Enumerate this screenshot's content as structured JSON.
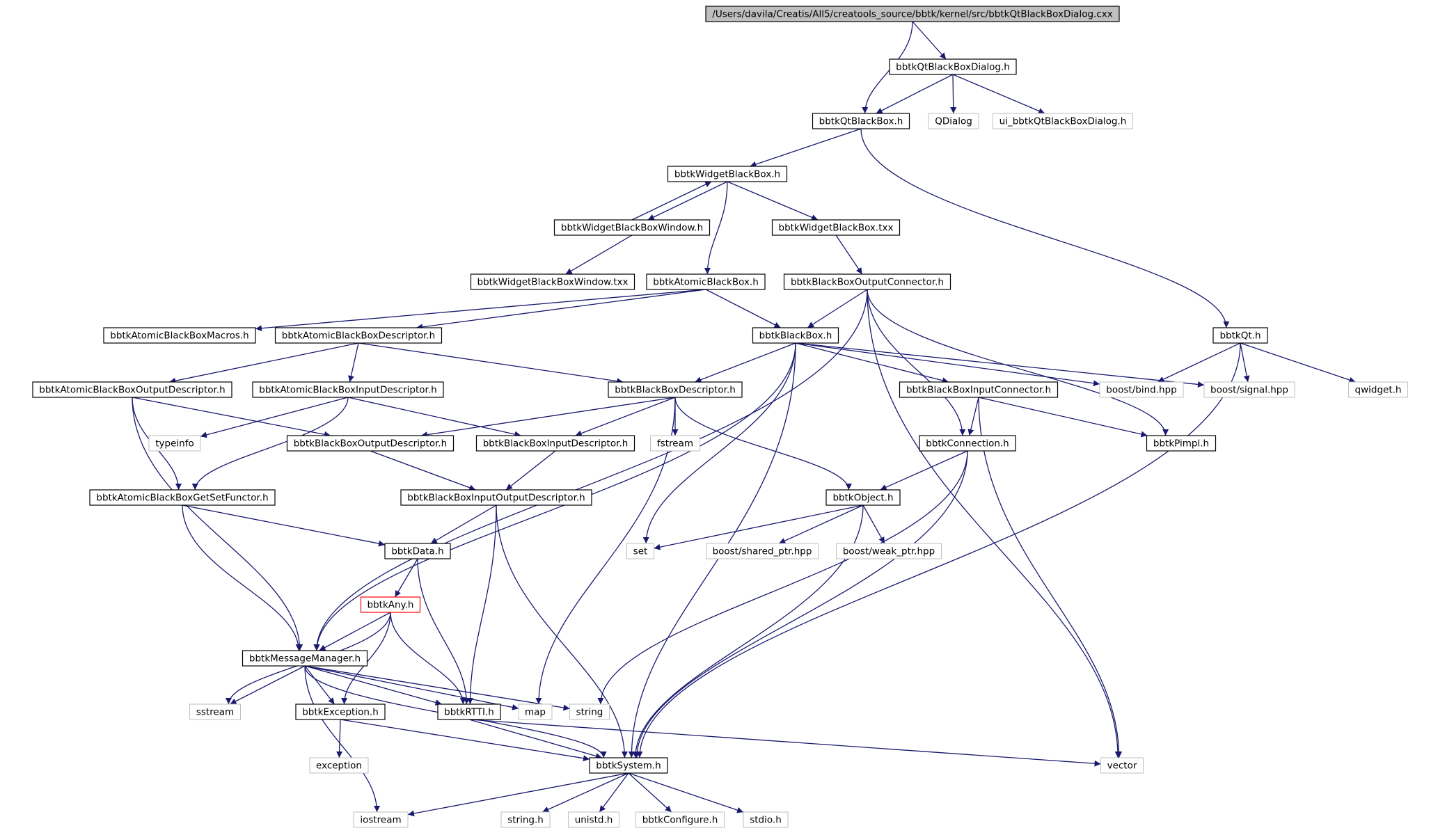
{
  "diagram": {
    "type": "include-dependency-graph",
    "colors": {
      "edge": "#191970",
      "box_border": "#000000",
      "external_border": "#bfbfbf",
      "root_fill": "#bfbfbf",
      "highlight_border": "#ff0000"
    },
    "nodes": [
      {
        "id": "root",
        "label": "/Users/davila/Creatis/All5/creatools_source/bbtk/kernel/src/bbtkQtBlackBoxDialog.cxx",
        "kind": "root"
      },
      {
        "id": "qtbbdialog_h",
        "label": "bbtkQtBlackBoxDialog.h",
        "kind": "file"
      },
      {
        "id": "qtbb_h",
        "label": "bbtkQtBlackBox.h",
        "kind": "file"
      },
      {
        "id": "qdialog",
        "label": "QDialog",
        "kind": "external"
      },
      {
        "id": "ui_dialog",
        "label": "ui_bbtkQtBlackBoxDialog.h",
        "kind": "external"
      },
      {
        "id": "wbb_h",
        "label": "bbtkWidgetBlackBox.h",
        "kind": "file"
      },
      {
        "id": "wbbwin_h",
        "label": "bbtkWidgetBlackBoxWindow.h",
        "kind": "file"
      },
      {
        "id": "wbb_txx",
        "label": "bbtkWidgetBlackBox.txx",
        "kind": "file"
      },
      {
        "id": "wbbwin_txx",
        "label": "bbtkWidgetBlackBoxWindow.txx",
        "kind": "file"
      },
      {
        "id": "abb_h",
        "label": "bbtkAtomicBlackBox.h",
        "kind": "file"
      },
      {
        "id": "bboc_h",
        "label": "bbtkBlackBoxOutputConnector.h",
        "kind": "file"
      },
      {
        "id": "abbmacros_h",
        "label": "bbtkAtomicBlackBoxMacros.h",
        "kind": "file"
      },
      {
        "id": "abbdesc_h",
        "label": "bbtkAtomicBlackBoxDescriptor.h",
        "kind": "file"
      },
      {
        "id": "bb_h",
        "label": "bbtkBlackBox.h",
        "kind": "file"
      },
      {
        "id": "qt_h",
        "label": "bbtkQt.h",
        "kind": "file"
      },
      {
        "id": "abbod_h",
        "label": "bbtkAtomicBlackBoxOutputDescriptor.h",
        "kind": "file"
      },
      {
        "id": "abbid_h",
        "label": "bbtkAtomicBlackBoxInputDescriptor.h",
        "kind": "file"
      },
      {
        "id": "bbdesc_h",
        "label": "bbtkBlackBoxDescriptor.h",
        "kind": "file"
      },
      {
        "id": "bbic_h",
        "label": "bbtkBlackBoxInputConnector.h",
        "kind": "file"
      },
      {
        "id": "boost_bind",
        "label": "boost/bind.hpp",
        "kind": "external"
      },
      {
        "id": "boost_signal",
        "label": "boost/signal.hpp",
        "kind": "external"
      },
      {
        "id": "qwidget",
        "label": "qwidget.h",
        "kind": "external"
      },
      {
        "id": "typeinfo",
        "label": "typeinfo",
        "kind": "external"
      },
      {
        "id": "bbod_h",
        "label": "bbtkBlackBoxOutputDescriptor.h",
        "kind": "file"
      },
      {
        "id": "bbid_h",
        "label": "bbtkBlackBoxInputDescriptor.h",
        "kind": "file"
      },
      {
        "id": "fstream",
        "label": "fstream",
        "kind": "external"
      },
      {
        "id": "conn_h",
        "label": "bbtkConnection.h",
        "kind": "file"
      },
      {
        "id": "pimpl_h",
        "label": "bbtkPimpl.h",
        "kind": "file"
      },
      {
        "id": "abbgs_h",
        "label": "bbtkAtomicBlackBoxGetSetFunctor.h",
        "kind": "file"
      },
      {
        "id": "bbiod_h",
        "label": "bbtkBlackBoxInputOutputDescriptor.h",
        "kind": "file"
      },
      {
        "id": "object_h",
        "label": "bbtkObject.h",
        "kind": "file"
      },
      {
        "id": "data_h",
        "label": "bbtkData.h",
        "kind": "file"
      },
      {
        "id": "set",
        "label": "set",
        "kind": "external"
      },
      {
        "id": "shared_ptr",
        "label": "boost/shared_ptr.hpp",
        "kind": "external"
      },
      {
        "id": "weak_ptr",
        "label": "boost/weak_ptr.hpp",
        "kind": "external"
      },
      {
        "id": "any_h",
        "label": "bbtkAny.h",
        "kind": "highlight"
      },
      {
        "id": "msgmgr_h",
        "label": "bbtkMessageManager.h",
        "kind": "file"
      },
      {
        "id": "sstream",
        "label": "sstream",
        "kind": "external"
      },
      {
        "id": "exception_h",
        "label": "bbtkException.h",
        "kind": "file"
      },
      {
        "id": "rtti_h",
        "label": "bbtkRTTI.h",
        "kind": "file"
      },
      {
        "id": "map",
        "label": "map",
        "kind": "external"
      },
      {
        "id": "string",
        "label": "string",
        "kind": "external"
      },
      {
        "id": "exception",
        "label": "exception",
        "kind": "external"
      },
      {
        "id": "system_h",
        "label": "bbtkSystem.h",
        "kind": "file"
      },
      {
        "id": "vector",
        "label": "vector",
        "kind": "external"
      },
      {
        "id": "iostream",
        "label": "iostream",
        "kind": "external"
      },
      {
        "id": "string_h",
        "label": "string.h",
        "kind": "external"
      },
      {
        "id": "unistd_h",
        "label": "unistd.h",
        "kind": "external"
      },
      {
        "id": "configure_h",
        "label": "bbtkConfigure.h",
        "kind": "external"
      },
      {
        "id": "stdio_h",
        "label": "stdio.h",
        "kind": "external"
      }
    ],
    "edges": [
      [
        "root",
        "qtbbdialog_h"
      ],
      [
        "root",
        "qtbb_h"
      ],
      [
        "qtbbdialog_h",
        "qtbb_h"
      ],
      [
        "qtbbdialog_h",
        "qdialog"
      ],
      [
        "qtbbdialog_h",
        "ui_dialog"
      ],
      [
        "qtbb_h",
        "wbb_h"
      ],
      [
        "qtbb_h",
        "qt_h"
      ],
      [
        "wbb_h",
        "wbbwin_h"
      ],
      [
        "wbbwin_h",
        "wbb_h"
      ],
      [
        "wbb_h",
        "wbb_txx"
      ],
      [
        "wbb_h",
        "abb_h"
      ],
      [
        "wbbwin_h",
        "wbbwin_txx"
      ],
      [
        "wbb_txx",
        "bboc_h"
      ],
      [
        "abb_h",
        "abbmacros_h"
      ],
      [
        "abb_h",
        "abbdesc_h"
      ],
      [
        "abb_h",
        "bb_h"
      ],
      [
        "bboc_h",
        "bb_h"
      ],
      [
        "bboc_h",
        "conn_h"
      ],
      [
        "bboc_h",
        "pimpl_h"
      ],
      [
        "bboc_h",
        "vector"
      ],
      [
        "bboc_h",
        "msgmgr_h"
      ],
      [
        "abbdesc_h",
        "abbod_h"
      ],
      [
        "abbdesc_h",
        "abbid_h"
      ],
      [
        "abbdesc_h",
        "bbdesc_h"
      ],
      [
        "bb_h",
        "bbdesc_h"
      ],
      [
        "bb_h",
        "bbic_h"
      ],
      [
        "bb_h",
        "boost_bind"
      ],
      [
        "bb_h",
        "boost_signal"
      ],
      [
        "bb_h",
        "set"
      ],
      [
        "bb_h",
        "system_h"
      ],
      [
        "bb_h",
        "msgmgr_h"
      ],
      [
        "qt_h",
        "boost_bind"
      ],
      [
        "qt_h",
        "boost_signal"
      ],
      [
        "qt_h",
        "qwidget"
      ],
      [
        "qt_h",
        "system_h"
      ],
      [
        "abbod_h",
        "bbod_h"
      ],
      [
        "abbod_h",
        "abbgs_h"
      ],
      [
        "abbod_h",
        "msgmgr_h"
      ],
      [
        "abbid_h",
        "typeinfo"
      ],
      [
        "abbid_h",
        "bbid_h"
      ],
      [
        "abbid_h",
        "abbgs_h"
      ],
      [
        "bbdesc_h",
        "bbod_h"
      ],
      [
        "bbdesc_h",
        "bbid_h"
      ],
      [
        "bbdesc_h",
        "fstream"
      ],
      [
        "bbdesc_h",
        "object_h"
      ],
      [
        "bbdesc_h",
        "map"
      ],
      [
        "bbic_h",
        "conn_h"
      ],
      [
        "bbic_h",
        "pimpl_h"
      ],
      [
        "bbic_h",
        "vector"
      ],
      [
        "bbod_h",
        "bbiod_h"
      ],
      [
        "bbid_h",
        "bbiod_h"
      ],
      [
        "conn_h",
        "object_h"
      ],
      [
        "conn_h",
        "string"
      ],
      [
        "conn_h",
        "system_h"
      ],
      [
        "abbgs_h",
        "data_h"
      ],
      [
        "abbgs_h",
        "msgmgr_h"
      ],
      [
        "bbiod_h",
        "data_h"
      ],
      [
        "bbiod_h",
        "rtti_h"
      ],
      [
        "bbiod_h",
        "system_h"
      ],
      [
        "object_h",
        "set"
      ],
      [
        "object_h",
        "shared_ptr"
      ],
      [
        "object_h",
        "weak_ptr"
      ],
      [
        "object_h",
        "system_h"
      ],
      [
        "data_h",
        "any_h"
      ],
      [
        "data_h",
        "rtti_h"
      ],
      [
        "any_h",
        "msgmgr_h"
      ],
      [
        "any_h",
        "exception_h"
      ],
      [
        "any_h",
        "rtti_h"
      ],
      [
        "any_h",
        "sstream"
      ],
      [
        "msgmgr_h",
        "sstream"
      ],
      [
        "msgmgr_h",
        "exception_h"
      ],
      [
        "msgmgr_h",
        "rtti_h"
      ],
      [
        "msgmgr_h",
        "map"
      ],
      [
        "msgmgr_h",
        "string"
      ],
      [
        "msgmgr_h",
        "system_h"
      ],
      [
        "msgmgr_h",
        "iostream"
      ],
      [
        "exception_h",
        "exception"
      ],
      [
        "exception_h",
        "system_h"
      ],
      [
        "rtti_h",
        "system_h"
      ],
      [
        "rtti_h",
        "vector"
      ],
      [
        "system_h",
        "iostream"
      ],
      [
        "system_h",
        "string_h"
      ],
      [
        "system_h",
        "unistd_h"
      ],
      [
        "system_h",
        "configure_h"
      ],
      [
        "system_h",
        "stdio_h"
      ]
    ]
  }
}
